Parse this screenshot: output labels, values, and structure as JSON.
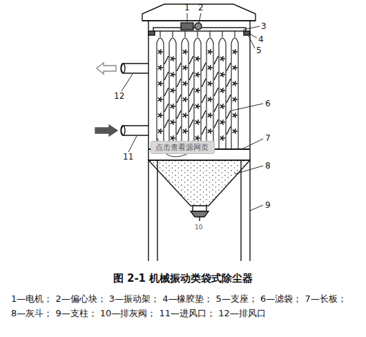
{
  "diagram": {
    "caption": "图 2-1  机械振动类袋式除尘器",
    "nodes": [
      {
        "text": [
          "点击查看源网页"
        ]
      }
    ],
    "labels": [
      "1",
      "2",
      "3",
      "4",
      "5",
      "6",
      "7",
      "8",
      "9",
      "10",
      "11",
      "12",
      "1—电机； 2—偏心块； 3—振动架； 4—橡胶垫； 5—支座； 6—滤袋； 7—长板； 8—灰斗； 9—支柱； 10—排灰阀； 11—进风口； 12—排风口"
    ]
  }
}
